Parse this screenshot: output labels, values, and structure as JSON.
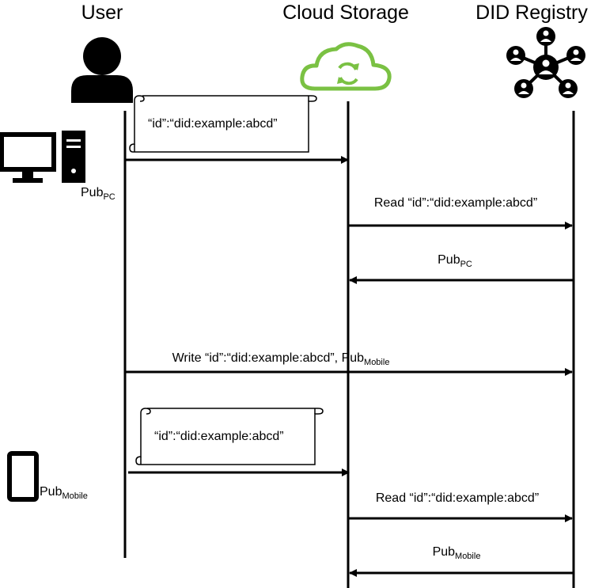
{
  "actors": {
    "user": "User",
    "cloud": "Cloud Storage",
    "registry": "DID Registry"
  },
  "colors": {
    "cloud_green": "#7ac143",
    "ink": "#000000"
  },
  "icons": [
    "user-icon",
    "cloud-sync-icon",
    "network-people-icon",
    "desktop-pc-icon",
    "smartphone-icon",
    "scroll-document-icon"
  ],
  "documents": {
    "doc1": "“id”:“did:example:abcd”",
    "doc2": "“id”:“did:example:abcd”"
  },
  "devices": {
    "pc_key_base": "Pub",
    "pc_key_sub": "PC",
    "mobile_key_base": "Pub",
    "mobile_key_sub": "Mobile"
  },
  "messages": {
    "read1": "Read “id”:“did:example:abcd”",
    "resp1_base": "Pub",
    "resp1_sub": "PC",
    "write_text": "Write “id”:“did:example:abcd”, Pub",
    "write_sub": "Mobile",
    "read2": "Read “id”:“did:example:abcd”",
    "resp2_base": "Pub",
    "resp2_sub": "Mobile"
  }
}
